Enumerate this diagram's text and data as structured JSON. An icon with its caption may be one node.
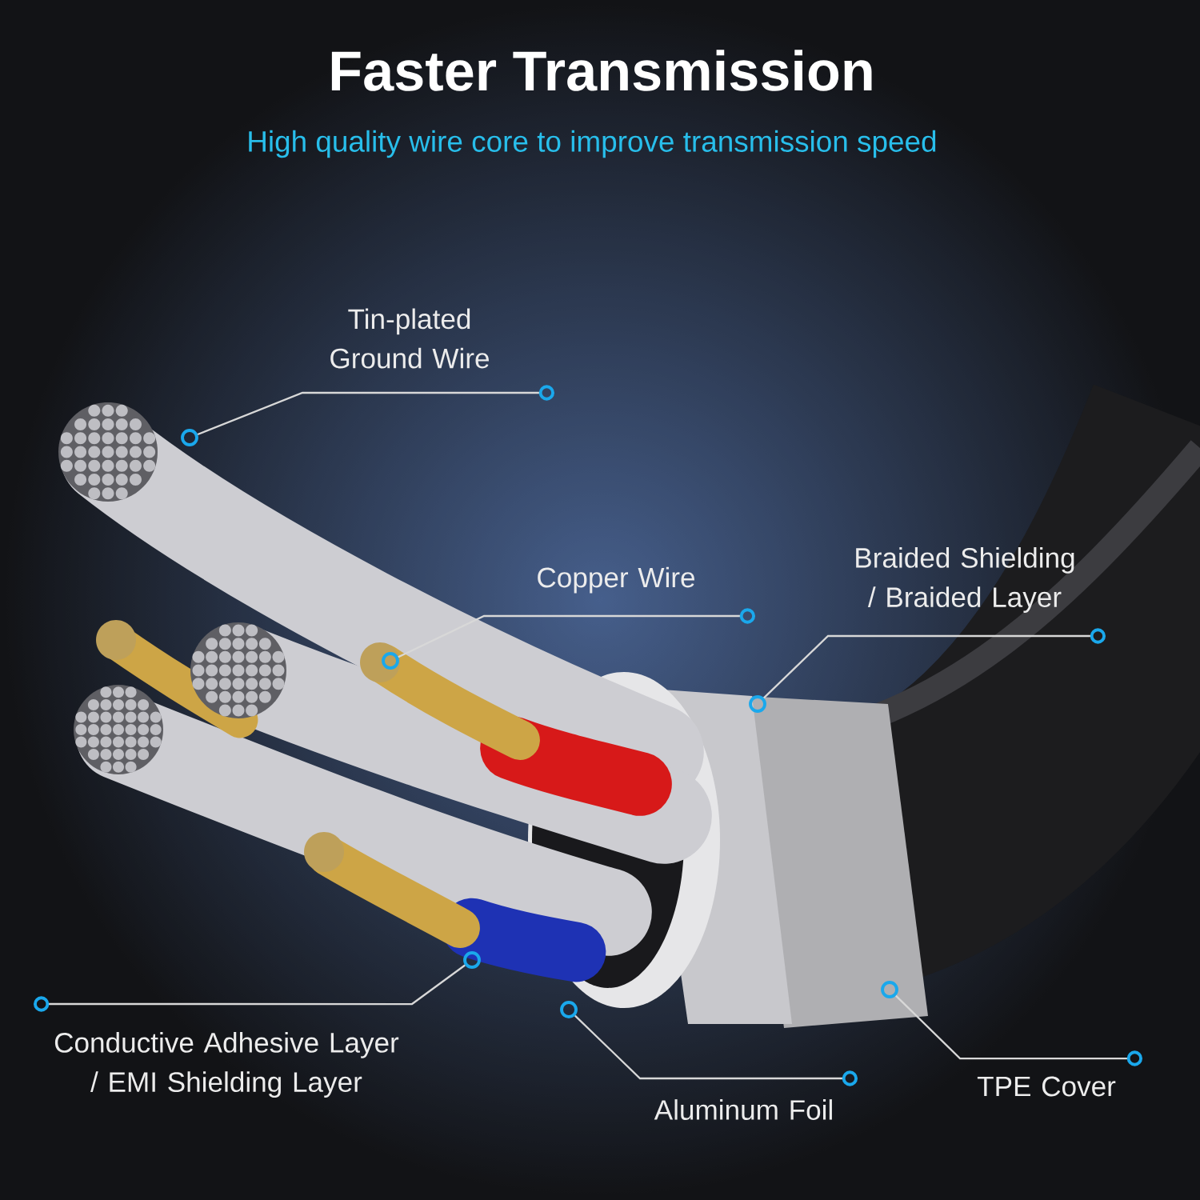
{
  "diagram": {
    "title": "Faster Transmission",
    "caption": "High quality wire core to improve transmission speed",
    "nodes": [
      {
        "text": [
          "Tin-plated Ground Wire"
        ]
      },
      {
        "text": [],
        "shape": "circle"
      },
      {
        "text": [
          "Copper Wire"
        ]
      },
      {
        "text": [],
        "shape": "circle"
      },
      {
        "text": [
          "Braided Shielding / Braided Layer"
        ]
      },
      {
        "text": [],
        "shape": "circle"
      },
      {
        "text": [
          "Conductive Adhesive Layer / EMI Shielding Layer"
        ]
      },
      {
        "text": [],
        "shape": "circle"
      },
      {
        "text": [
          "Aluminum Foil"
        ]
      },
      {
        "text": [],
        "shape": "circle"
      },
      {
        "text": [
          "TPE Cover"
        ]
      },
      {
        "text": [],
        "shape": "circle"
      }
    ],
    "edges": [
      {
        "from": 0,
        "to": 1,
        "arrow": "other"
      },
      {
        "from": 2,
        "to": 3,
        "arrow": "other"
      },
      {
        "from": 4,
        "to": 5,
        "arrow": "other"
      },
      {
        "from": 6,
        "to": 7,
        "arrow": "other"
      },
      {
        "from": 8,
        "to": 9,
        "arrow": "other"
      },
      {
        "from": 10,
        "to": 11,
        "arrow": "other"
      }
    ]
  }
}
